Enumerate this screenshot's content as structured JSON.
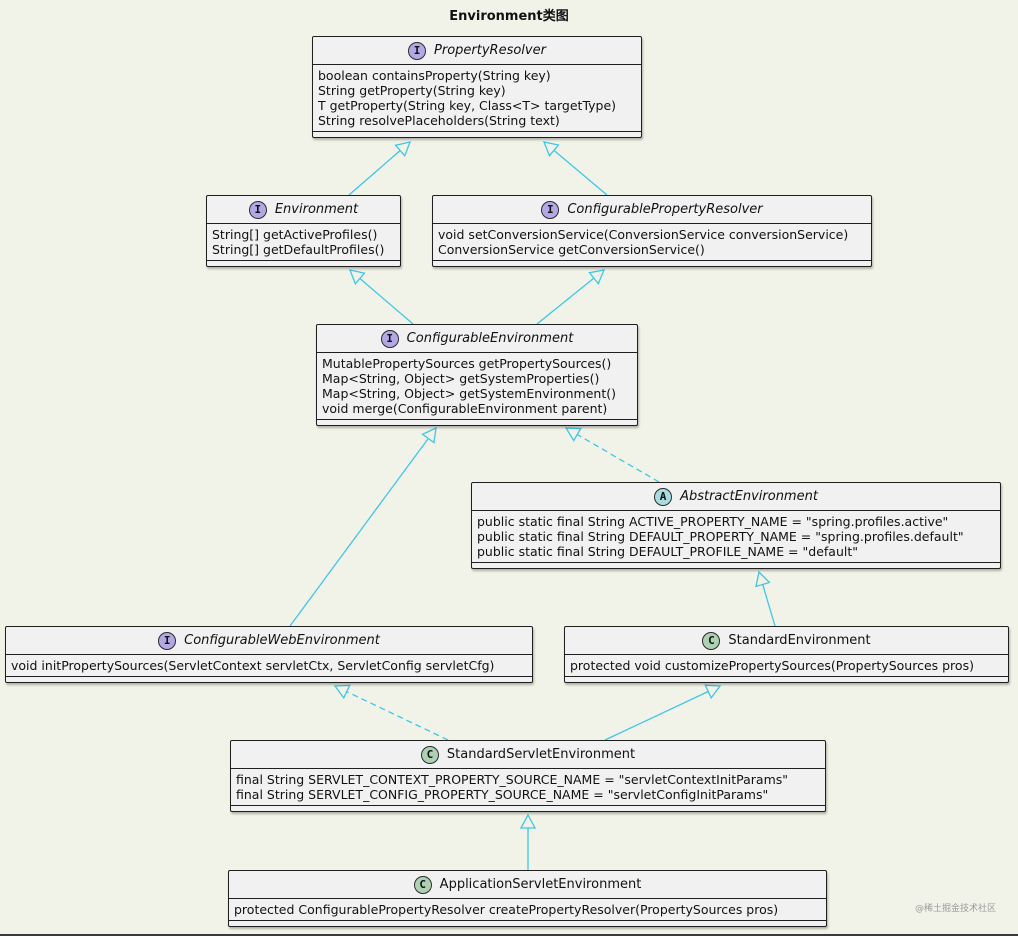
{
  "title": "Environment类图",
  "stereotypes": {
    "interface": "I",
    "abstract": "A",
    "class": "C"
  },
  "colors": {
    "interface": "#b4a7e5",
    "abstract": "#a9dcdf",
    "class": "#add1b2",
    "edge": "#3fc6e6"
  },
  "classes": [
    {
      "id": "PropertyResolver",
      "kind": "interface",
      "name": "PropertyResolver",
      "members": [
        "boolean containsProperty(String key)",
        "String getProperty(String key)",
        "T getProperty(String key, Class<T> targetType)",
        "String resolvePlaceholders(String text)"
      ]
    },
    {
      "id": "Environment",
      "kind": "interface",
      "name": "Environment",
      "members": [
        "String[] getActiveProfiles()",
        "String[] getDefaultProfiles()"
      ]
    },
    {
      "id": "ConfigurablePropertyResolver",
      "kind": "interface",
      "name": "ConfigurablePropertyResolver",
      "members": [
        "void setConversionService(ConversionService conversionService)",
        "ConversionService getConversionService()"
      ]
    },
    {
      "id": "ConfigurableEnvironment",
      "kind": "interface",
      "name": "ConfigurableEnvironment",
      "members": [
        "MutablePropertySources getPropertySources()",
        "Map<String, Object> getSystemProperties()",
        "Map<String, Object> getSystemEnvironment()",
        "void merge(ConfigurableEnvironment parent)"
      ]
    },
    {
      "id": "AbstractEnvironment",
      "kind": "abstract",
      "name": "AbstractEnvironment",
      "members": [
        "public static final String ACTIVE_PROPERTY_NAME = \"spring.profiles.active\"",
        "public static final String DEFAULT_PROPERTY_NAME = \"spring.profiles.default\"",
        "public static final String DEFAULT_PROFILE_NAME = \"default\""
      ]
    },
    {
      "id": "ConfigurableWebEnvironment",
      "kind": "interface",
      "name": "ConfigurableWebEnvironment",
      "members": [
        "void initPropertySources(ServletContext servletCtx, ServletConfig servletCfg)"
      ]
    },
    {
      "id": "StandardEnvironment",
      "kind": "class",
      "name": "StandardEnvironment",
      "members": [
        "protected void customizePropertySources(PropertySources pros)"
      ]
    },
    {
      "id": "StandardServletEnvironment",
      "kind": "class",
      "name": "StandardServletEnvironment",
      "members": [
        "final String SERVLET_CONTEXT_PROPERTY_SOURCE_NAME = \"servletContextInitParams\"",
        "final String SERVLET_CONFIG_PROPERTY_SOURCE_NAME = \"servletConfigInitParams\""
      ]
    },
    {
      "id": "ApplicationServletEnvironment",
      "kind": "class",
      "name": "ApplicationServletEnvironment",
      "members": [
        "protected ConfigurablePropertyResolver createPropertyResolver(PropertySources pros)"
      ]
    }
  ],
  "relations": [
    {
      "from": "Environment",
      "to": "PropertyResolver",
      "type": "extends"
    },
    {
      "from": "ConfigurablePropertyResolver",
      "to": "PropertyResolver",
      "type": "extends"
    },
    {
      "from": "ConfigurableEnvironment",
      "to": "Environment",
      "type": "extends"
    },
    {
      "from": "ConfigurableEnvironment",
      "to": "ConfigurablePropertyResolver",
      "type": "extends"
    },
    {
      "from": "AbstractEnvironment",
      "to": "ConfigurableEnvironment",
      "type": "implements"
    },
    {
      "from": "ConfigurableWebEnvironment",
      "to": "ConfigurableEnvironment",
      "type": "extends"
    },
    {
      "from": "StandardEnvironment",
      "to": "AbstractEnvironment",
      "type": "extends"
    },
    {
      "from": "StandardServletEnvironment",
      "to": "ConfigurableWebEnvironment",
      "type": "implements"
    },
    {
      "from": "StandardServletEnvironment",
      "to": "StandardEnvironment",
      "type": "extends"
    },
    {
      "from": "ApplicationServletEnvironment",
      "to": "StandardServletEnvironment",
      "type": "extends"
    }
  ],
  "watermark": "@稀土掘金技术社区"
}
